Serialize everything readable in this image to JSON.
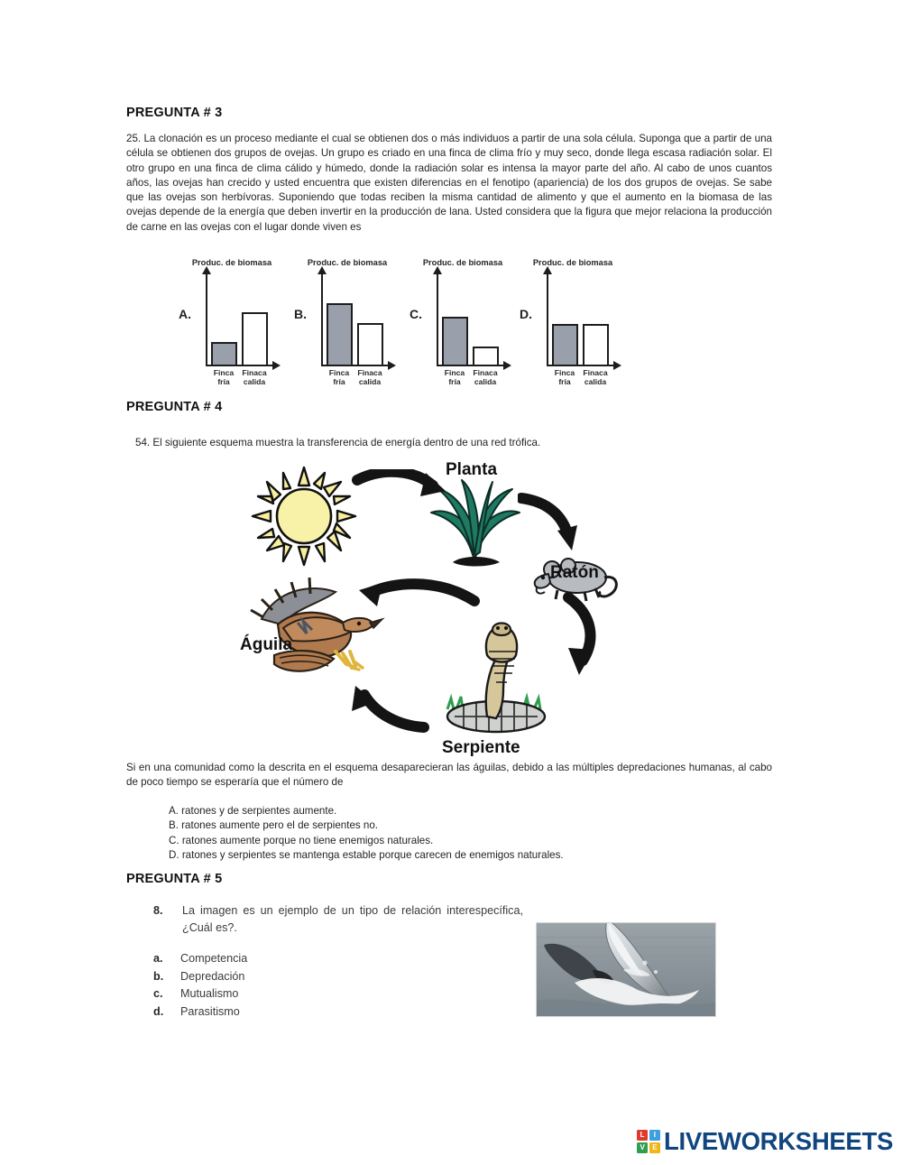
{
  "document": {
    "type": "worksheet",
    "language": "es"
  },
  "question3": {
    "heading": "PREGUNTA # 3",
    "stem": "25. La clonación es un proceso mediante el cual se obtienen dos o más individuos a partir de una sola célula. Suponga que a partir de una célula se obtienen dos grupos de ovejas. Un grupo es criado en una finca de clima frío y muy seco, donde llega escasa radiación solar. El otro grupo en una finca de clima cálido y húmedo, donde la radiación solar es intensa la mayor parte del año. Al cabo de unos cuantos años, las ovejas han crecido y usted encuentra que existen diferencias en el fenotipo (apariencia) de los dos grupos de ovejas. Se sabe que las ovejas son herbívoras. Suponiendo que todas reciben la misma cantidad de alimento y que el aumento en la biomasa de las ovejas depende de la energía que deben invertir en la producción de lana. Usted considera que la figura que mejor relaciona la producción de carne en las ovejas con el lugar donde viven es"
  },
  "chart_data": [
    {
      "type": "bar",
      "option_letter": "A.",
      "title": "Produc. de biomasa",
      "categories": [
        "Finca fría",
        "Finaca calida"
      ],
      "category_lines": [
        [
          "Finca",
          "fría"
        ],
        [
          "Finaca",
          "calida"
        ]
      ],
      "values": [
        32,
        72
      ],
      "ylim": [
        0,
        100
      ],
      "ylabel": "Produc. de biomasa",
      "xlabel": "",
      "grid": false,
      "legend": "none",
      "bar_colors": [
        "#9aa0ab",
        "#ffffff"
      ]
    },
    {
      "type": "bar",
      "option_letter": "B.",
      "title": "Produc. de biomasa",
      "categories": [
        "Finca fría",
        "Finaca calida"
      ],
      "category_lines": [
        [
          "Finca",
          "fría"
        ],
        [
          "Finaca",
          "calida"
        ]
      ],
      "values": [
        84,
        58
      ],
      "ylim": [
        0,
        100
      ],
      "ylabel": "Produc. de biomasa",
      "xlabel": "",
      "grid": false,
      "legend": "none",
      "bar_colors": [
        "#9aa0ab",
        "#ffffff"
      ]
    },
    {
      "type": "bar",
      "option_letter": "C.",
      "title": "Produc. de biomasa",
      "categories": [
        "Finca fría",
        "Finaca calida"
      ],
      "category_lines": [
        [
          "Finca",
          "fría"
        ],
        [
          "Finaca",
          "calida"
        ]
      ],
      "values": [
        66,
        26
      ],
      "ylim": [
        0,
        100
      ],
      "ylabel": "Produc. de biomasa",
      "xlabel": "",
      "grid": false,
      "legend": "none",
      "bar_colors": [
        "#9aa0ab",
        "#ffffff"
      ]
    },
    {
      "type": "bar",
      "option_letter": "D.",
      "title": "Produc. de biomasa",
      "categories": [
        "Finca fría",
        "Finaca calida"
      ],
      "category_lines": [
        [
          "Finca",
          "fría"
        ],
        [
          "Finaca",
          "calida"
        ]
      ],
      "values": [
        56,
        56
      ],
      "ylim": [
        0,
        100
      ],
      "ylabel": "Produc. de biomasa",
      "xlabel": "",
      "grid": false,
      "legend": "none",
      "bar_colors": [
        "#9aa0ab",
        "#ffffff"
      ]
    }
  ],
  "question4": {
    "heading": "PREGUNTA # 4",
    "stem": "54. El siguiente esquema muestra la transferencia de energía dentro de una red trófica.",
    "diagram": {
      "labels": {
        "planta": "Planta",
        "raton": "Ratón",
        "serpiente": "Serpiente",
        "aguila": "Águila"
      },
      "sequence": [
        "Sol",
        "Planta",
        "Ratón",
        "Serpiente",
        "Águila"
      ]
    },
    "followup": "Si en una comunidad como la descrita en el esquema desaparecieran las águilas, debido a las múltiples depredaciones humanas, al cabo de poco tiempo se esperaría que el número de",
    "options": [
      "A. ratones y de serpientes aumente.",
      "B. ratones aumente pero el de serpientes no.",
      "C. ratones aumente porque no tiene enemigos naturales.",
      "D. ratones y serpientes se mantenga estable porque carecen de enemigos naturales."
    ]
  },
  "question5": {
    "heading": "PREGUNTA # 5",
    "number": "8.",
    "stem": "La imagen es un ejemplo de un tipo de relación interespecífica, ¿Cuál es?.",
    "options": [
      {
        "mark": "a.",
        "label": "Competencia"
      },
      {
        "mark": "b.",
        "label": "Depredación"
      },
      {
        "mark": "c.",
        "label": "Mutualismo"
      },
      {
        "mark": "d.",
        "label": "Parasitismo"
      }
    ]
  },
  "footer": {
    "logo_blocks": [
      {
        "letter": "L",
        "color": "#e03a2f"
      },
      {
        "letter": "I",
        "color": "#3aa0e0"
      },
      {
        "letter": "V",
        "color": "#2f9e4f"
      },
      {
        "letter": "E",
        "color": "#f2b517"
      }
    ],
    "wordmark": "LIVEWORKSHEETS",
    "wordmark_color": "#11457f"
  }
}
